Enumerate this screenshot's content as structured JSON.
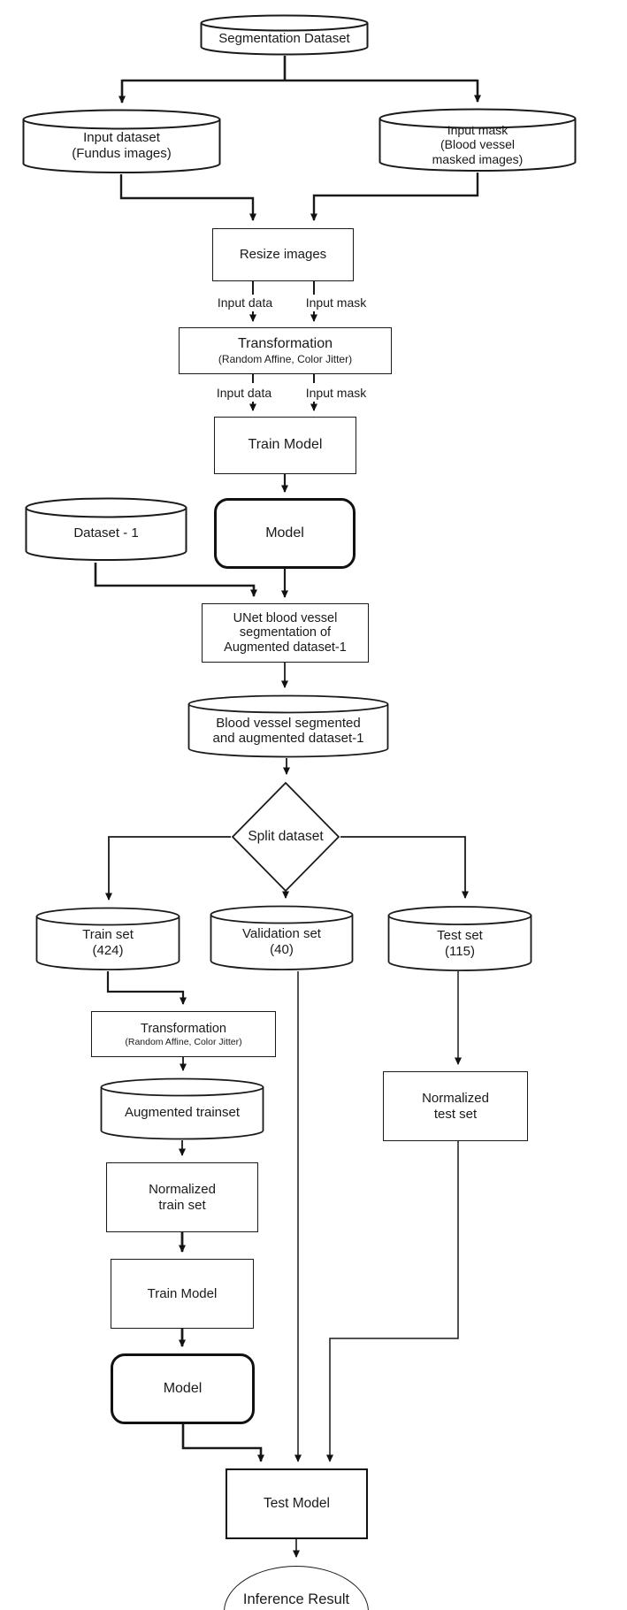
{
  "palette": {
    "line": "#1a1a1a",
    "background": "#ffffff"
  },
  "nodes": {
    "segmentation_dataset": {
      "type": "cylinder",
      "label": "Segmentation Dataset"
    },
    "input_dataset": {
      "type": "cylinder",
      "lines": [
        "Input dataset",
        "(Fundus images)"
      ]
    },
    "input_mask": {
      "type": "cylinder",
      "lines": [
        "Input mask",
        "(Blood vessel",
        "masked images)"
      ]
    },
    "resize": {
      "type": "process",
      "label": "Resize images"
    },
    "transformation_1": {
      "type": "process",
      "label": "Transformation",
      "sublabel": "(Random Affine, Color Jitter)"
    },
    "train_model_1": {
      "type": "process",
      "label": "Train Model"
    },
    "dataset_1": {
      "type": "cylinder",
      "label": "Dataset - 1"
    },
    "model_1": {
      "type": "model",
      "label": "Model"
    },
    "unet": {
      "type": "process",
      "lines": [
        "UNet blood vessel",
        "segmentation of",
        "Augmented dataset-1"
      ]
    },
    "bv_dataset": {
      "type": "cylinder",
      "lines": [
        "Blood vessel segmented",
        "and augmented dataset-1"
      ]
    },
    "split": {
      "type": "decision",
      "label": "Split dataset"
    },
    "train_set": {
      "type": "cylinder",
      "lines": [
        "Train set",
        "(424)"
      ]
    },
    "val_set": {
      "type": "cylinder",
      "lines": [
        "Validation set",
        "(40)"
      ]
    },
    "test_set": {
      "type": "cylinder",
      "lines": [
        "Test set",
        "(115)"
      ]
    },
    "transformation_2": {
      "type": "process",
      "label": "Transformation",
      "sublabel": "(Random Affine, Color Jitter)"
    },
    "aug_trainset": {
      "type": "cylinder",
      "label": "Augmented trainset"
    },
    "norm_train": {
      "type": "process",
      "lines": [
        "Normalized",
        "train set"
      ]
    },
    "train_model_2": {
      "type": "process",
      "label": "Train Model"
    },
    "model_2": {
      "type": "model",
      "label": "Model"
    },
    "norm_test": {
      "type": "process",
      "lines": [
        "Normalized",
        "test set"
      ]
    },
    "test_model": {
      "type": "process",
      "label": "Test Model"
    },
    "inference": {
      "type": "terminator",
      "label": "Inference Result"
    }
  },
  "edge_labels": {
    "input_data": "Input data",
    "input_mask": "Input mask"
  }
}
